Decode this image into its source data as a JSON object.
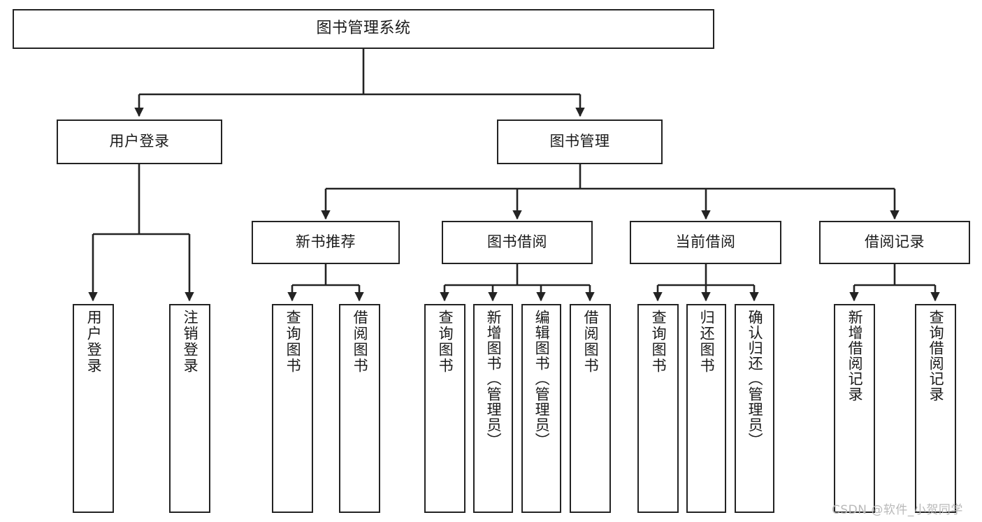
{
  "diagram": {
    "title": "图书管理系统",
    "type": "hierarchy-tree",
    "root": {
      "label": "图书管理系统"
    },
    "level1": [
      {
        "label": "用户登录"
      },
      {
        "label": "图书管理"
      }
    ],
    "level2": [
      {
        "label": "新书推荐"
      },
      {
        "label": "图书借阅"
      },
      {
        "label": "当前借阅"
      },
      {
        "label": "借阅记录"
      }
    ],
    "leaves": {
      "user_login": [
        {
          "label": "用户登录"
        },
        {
          "label": "注销登录"
        }
      ],
      "new_book_recommend": [
        {
          "label": "查询图书"
        },
        {
          "label": "借阅图书"
        }
      ],
      "book_borrow": [
        {
          "label": "查询图书"
        },
        {
          "label": "新增图书（管理员）"
        },
        {
          "label": "编辑图书（管理员）"
        },
        {
          "label": "借阅图书"
        }
      ],
      "current_borrow": [
        {
          "label": "查询图书"
        },
        {
          "label": "归还图书"
        },
        {
          "label": "确认归还（管理员）"
        }
      ],
      "borrow_record": [
        {
          "label": "新增借阅记录"
        },
        {
          "label": "查询借阅记录"
        }
      ]
    }
  },
  "watermark": {
    "text": "CSDN @软件_小贺同学"
  },
  "colors": {
    "stroke": "#232323",
    "fill": "#ffffff",
    "text": "#1a1a1a",
    "watermark": "#b9b9b9"
  }
}
